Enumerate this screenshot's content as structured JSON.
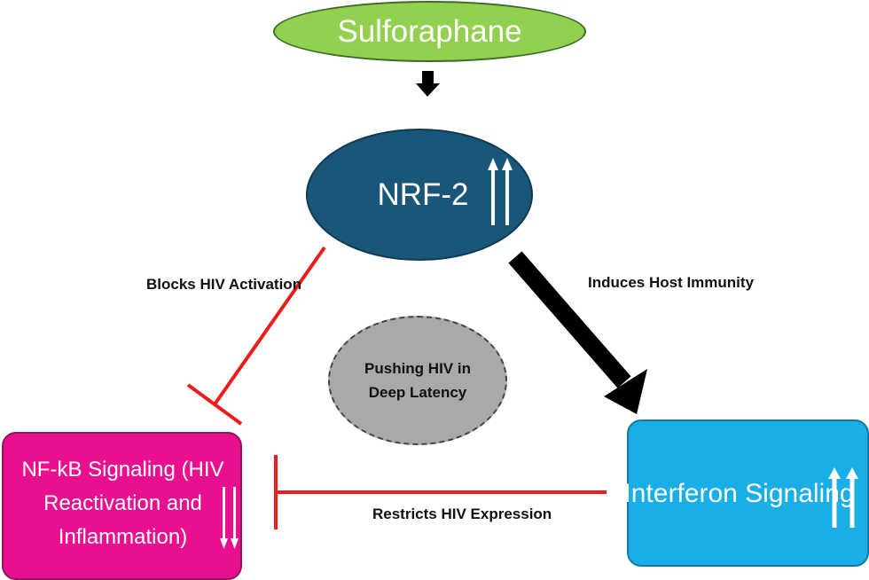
{
  "nodes": {
    "sulforaphane": {
      "label": "Sulforaphane",
      "color": "#92d050"
    },
    "nrf2": {
      "label": "NRF-2",
      "color": "#1a5677",
      "indicator": "up-double-arrow-icon"
    },
    "nfkb": {
      "label": "NF-kB Signaling (HIV Reactivation and Inflammation)",
      "color": "#e8108f",
      "indicator": "down-double-arrow-icon"
    },
    "interferon": {
      "label": "Interferon Signaling",
      "color": "#19aee6",
      "indicator": "up-double-arrow-icon"
    },
    "latency": {
      "label": "Pushing HIV in Deep Latency",
      "color": "#a9a9a9"
    }
  },
  "edges": {
    "activates": {
      "from": "Sulforaphane",
      "to": "NRF-2",
      "type": "arrow",
      "label": "",
      "color": "#000000"
    },
    "blocks": {
      "from": "NRF-2",
      "to": "NF-kB Signaling",
      "type": "inhibition",
      "label": "Blocks HIV Activation",
      "color": "#ee1c1c"
    },
    "induces": {
      "from": "NRF-2",
      "to": "Interferon Signaling",
      "type": "arrow",
      "label": "Induces Host Immunity",
      "color": "#000000"
    },
    "restricts": {
      "from": "Interferon Signaling",
      "to": "NF-kB Signaling",
      "type": "inhibition",
      "label": "Restricts HIV Expression",
      "color": "#ee1c1c"
    }
  }
}
